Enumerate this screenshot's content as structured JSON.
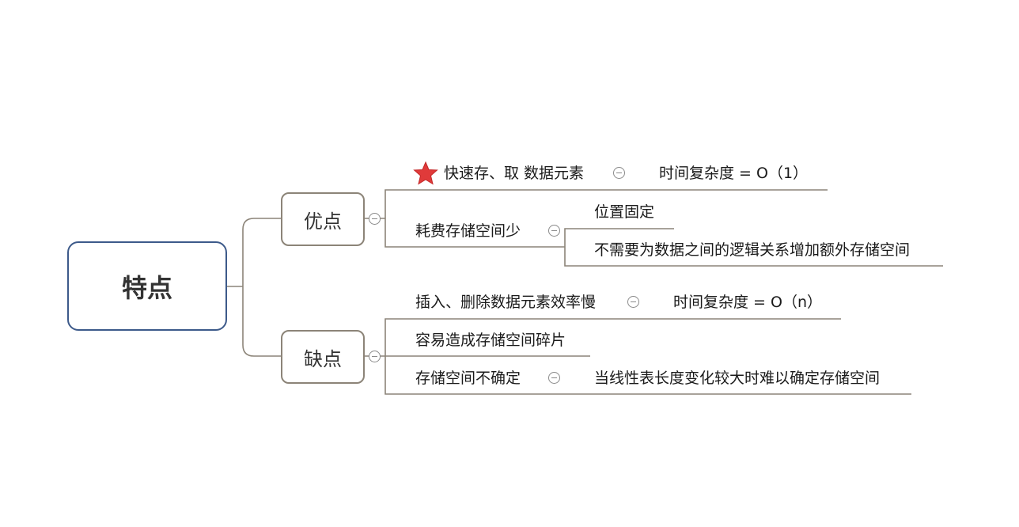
{
  "root": {
    "label": "特点"
  },
  "advantages": {
    "label": "优点",
    "items": [
      {
        "text": "快速存、取 数据元素",
        "note": "时间复杂度 = O（1）",
        "marker": "star-icon"
      },
      {
        "text": "耗费存储空间少",
        "children": [
          "位置固定",
          "不需要为数据之间的逻辑关系增加额外存储空间"
        ]
      }
    ]
  },
  "disadvantages": {
    "label": "缺点",
    "items": [
      {
        "text": "插入、删除数据元素效率慢",
        "note": "时间复杂度 = O（n）"
      },
      {
        "text": "容易造成存储空间碎片"
      },
      {
        "text": "存储空间不确定",
        "note": "当线性表长度变化较大时难以确定存储空间"
      }
    ]
  },
  "colors": {
    "root_border": "#3d5a8a",
    "node_border": "#8c8478",
    "line": "#8c8478",
    "star": "#e03a3a"
  }
}
